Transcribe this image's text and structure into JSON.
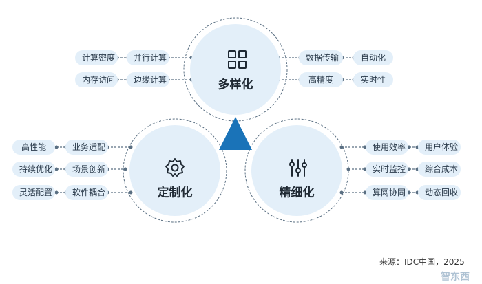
{
  "top": {
    "title": "多样化",
    "icon": "grid-icon",
    "left_pills": [
      "计算密度",
      "并行计算",
      "内存访问",
      "边缘计算"
    ],
    "right_pills": [
      "数据传输",
      "自动化",
      "高精度",
      "实时性"
    ]
  },
  "left": {
    "title": "定制化",
    "icon": "gear-icon",
    "pills": [
      "高性能",
      "业务适配",
      "持续优化",
      "场景创新",
      "灵活配置",
      "软件耦合"
    ]
  },
  "right": {
    "title": "精细化",
    "icon": "sliders-icon",
    "pills": [
      "使用效率",
      "用户体验",
      "实时监控",
      "综合成本",
      "算网协同",
      "动态回收"
    ]
  },
  "source": "来源：IDC中国，2025",
  "watermark": "智东西",
  "colors": {
    "circle_fill": "#e3eff9",
    "accent": "#1a73b8",
    "line": "#5a6f82",
    "pill_fill": "#e3eff9"
  }
}
